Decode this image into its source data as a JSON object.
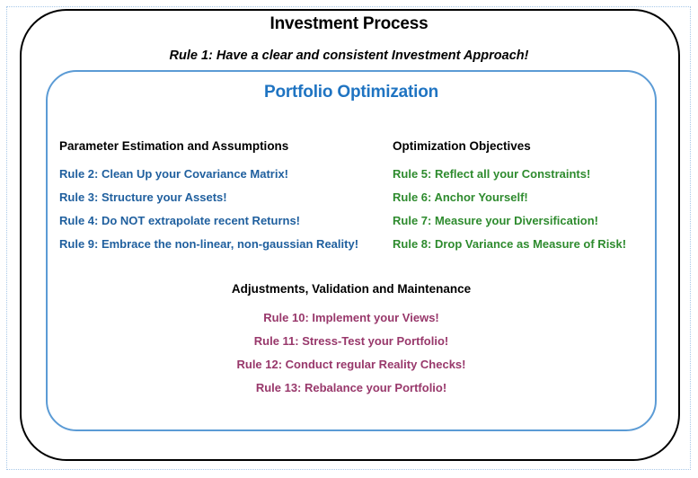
{
  "diagram": {
    "outer": {
      "title": "Investment Process",
      "rule": "Rule 1: Have a clear and consistent Investment Approach!",
      "border_color": "#000000"
    },
    "inner": {
      "title": "Portfolio Optimization",
      "border_color": "#5B9BD5",
      "title_color": "#1F74C2"
    },
    "groups": [
      {
        "id": "parameter-estimation",
        "heading": "Parameter Estimation and Assumptions",
        "color": "#1F5F9E",
        "items": [
          "Rule 2: Clean Up your Covariance Matrix!",
          "Rule 3: Structure your  Assets!",
          "Rule 4: Do NOT extrapolate recent Returns!",
          "Rule 9: Embrace the non-linear, non-gaussian Reality!"
        ]
      },
      {
        "id": "optimization-objectives",
        "heading": "Optimization Objectives",
        "color": "#2E8B2E",
        "items": [
          "Rule 5: Reflect all your Constraints!",
          "Rule 6: Anchor Yourself!",
          "Rule 7: Measure your Diversification!",
          "Rule 8: Drop Variance as Measure of Risk!"
        ]
      },
      {
        "id": "adjustments-validation",
        "heading": "Adjustments, Validation and Maintenance",
        "color": "#98386B",
        "items": [
          "Rule 10: Implement your Views!",
          "Rule 11: Stress-Test your Portfolio!",
          "Rule 12: Conduct regular Reality Checks!",
          "Rule 13: Rebalance your Portfolio!"
        ]
      }
    ]
  }
}
